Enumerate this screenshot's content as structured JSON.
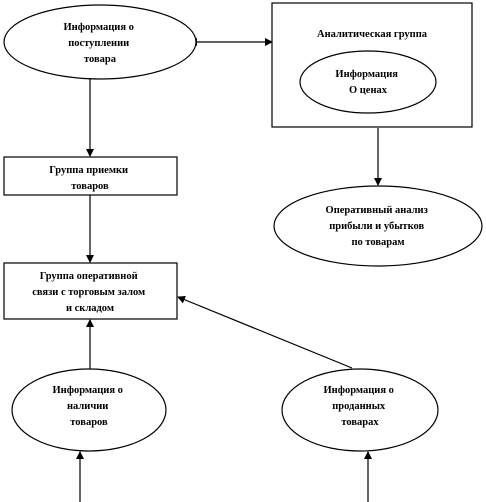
{
  "nodes": {
    "info_arrival": [
      "Информация о",
      "поступлении",
      "товара"
    ],
    "analytic_group": [
      "Аналитическая группа"
    ],
    "price_info": [
      "Информация",
      "О ценах"
    ],
    "receiving_group": [
      "Группа приемки",
      "товаров"
    ],
    "operative_analysis": [
      "Оперативный анализ",
      "прибыли и убытков",
      "по  товарам"
    ],
    "liaison_group": [
      "Группа оперативной",
      "связи с торговым залом",
      "и складом"
    ],
    "stock_info": [
      "Информация о",
      "наличии",
      "товаров"
    ],
    "sold_info": [
      "Информация о",
      "проданных",
      "товарах"
    ]
  }
}
